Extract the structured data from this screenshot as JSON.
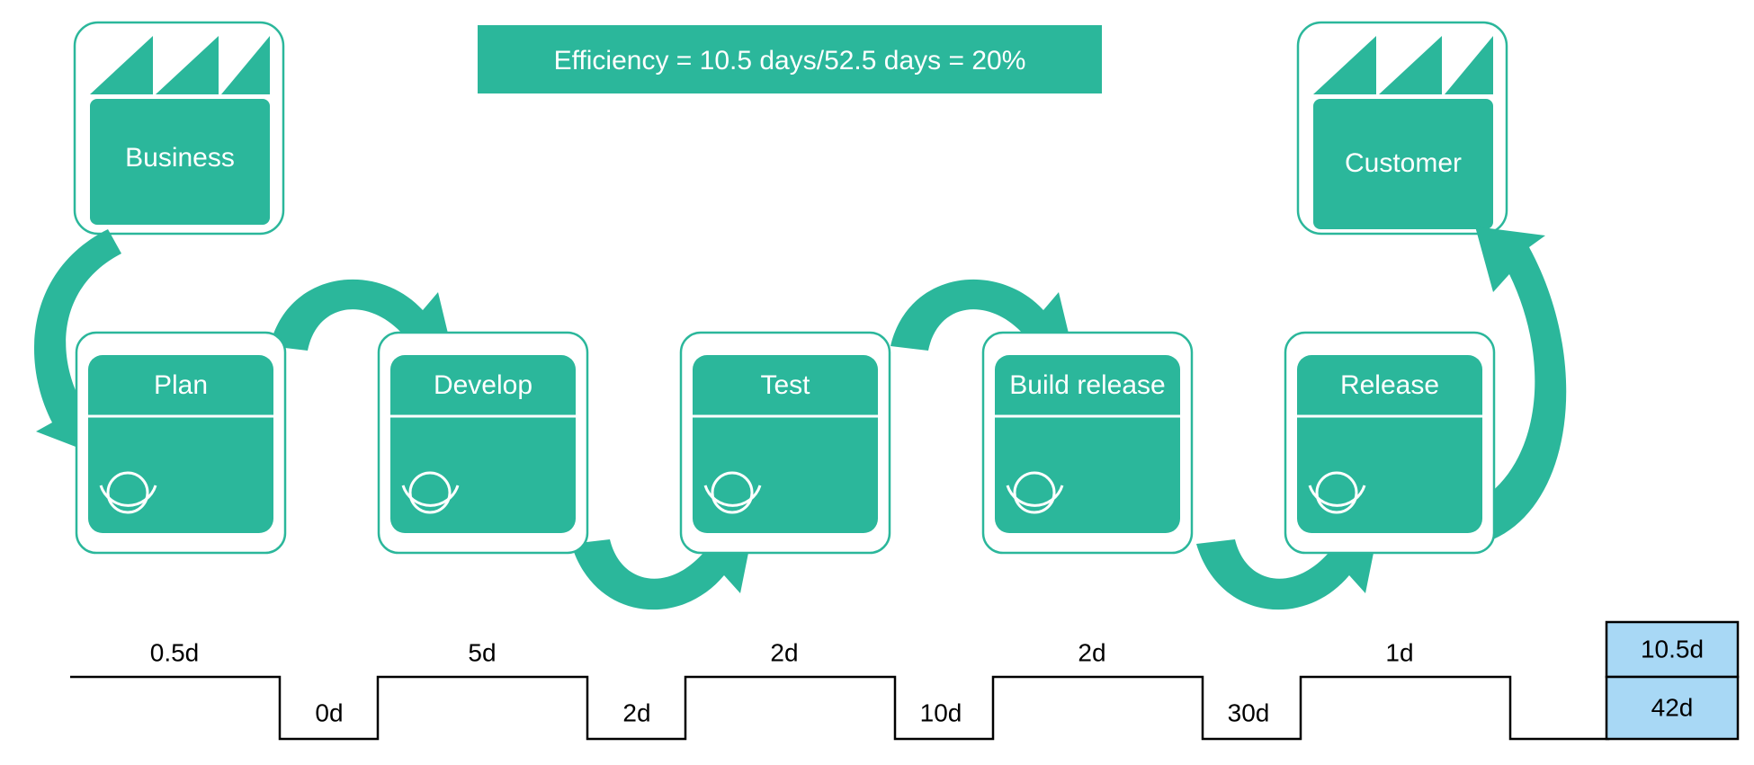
{
  "banner": {
    "text": "Efficiency = 10.5 days/52.5 days = 20%",
    "fill": "#2bb79b",
    "text_color": "#ffffff"
  },
  "colors": {
    "teal": "#2bb79b",
    "teal_border": "#2bb79b",
    "white": "#ffffff",
    "summary_blue": "#a8d8f5",
    "line_black": "#000000"
  },
  "endpoints": [
    {
      "id": "business",
      "label": "Business",
      "icon": "factory-icon"
    },
    {
      "id": "customer",
      "label": "Customer",
      "icon": "factory-icon"
    }
  ],
  "process_steps": [
    {
      "id": "plan",
      "label": "Plan",
      "icon": "operator-icon"
    },
    {
      "id": "develop",
      "label": "Develop",
      "icon": "operator-icon"
    },
    {
      "id": "test",
      "label": "Test",
      "icon": "operator-icon"
    },
    {
      "id": "build-release",
      "label": "Build release",
      "icon": "operator-icon"
    },
    {
      "id": "release",
      "label": "Release",
      "icon": "operator-icon"
    }
  ],
  "timeline": {
    "process_times": [
      "0.5d",
      "5d",
      "2d",
      "2d",
      "1d"
    ],
    "wait_times": [
      "0d",
      "2d",
      "10d",
      "30d"
    ]
  },
  "summary": {
    "total_process_time": "10.5d",
    "total_wait_time": "42d"
  },
  "flow_arrows": [
    {
      "id": "business-to-plan",
      "from": "Business",
      "to": "Plan"
    },
    {
      "id": "plan-to-develop",
      "from": "Plan",
      "to": "Develop"
    },
    {
      "id": "develop-to-test",
      "from": "Develop",
      "to": "Test"
    },
    {
      "id": "test-to-build-release",
      "from": "Test",
      "to": "Build release"
    },
    {
      "id": "build-release-to-release",
      "from": "Build release",
      "to": "Release"
    },
    {
      "id": "release-to-customer",
      "from": "Release",
      "to": "Customer"
    }
  ]
}
